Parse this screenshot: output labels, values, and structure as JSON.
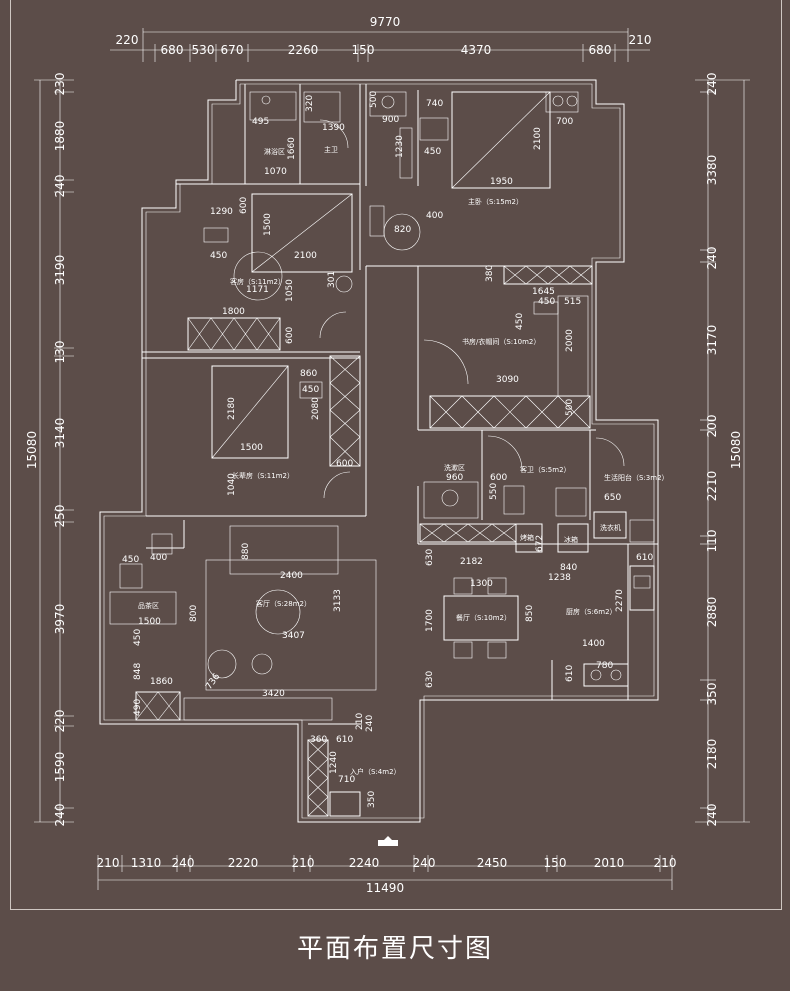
{
  "caption": "平面布置尺寸图",
  "dims_top": {
    "total": "9770",
    "segments": [
      "220",
      "680",
      "530",
      "670",
      "2260",
      "150",
      "4370",
      "680",
      "210"
    ]
  },
  "dims_bottom": {
    "total": "11490",
    "segments": [
      "210",
      "1310",
      "240",
      "2220",
      "210",
      "2240",
      "240",
      "2450",
      "150",
      "2010",
      "210"
    ]
  },
  "dims_left": {
    "total": "15080",
    "segments": [
      "230",
      "1880",
      "240",
      "3190",
      "130",
      "3140",
      "250",
      "3970",
      "220",
      "1590",
      "240"
    ]
  },
  "dims_right": {
    "total": "15080",
    "segments": [
      "240",
      "3380",
      "240",
      "3170",
      "200",
      "2210",
      "110",
      "2880",
      "350",
      "2180",
      "240"
    ]
  },
  "rooms": {
    "bath_area": "淋浴区",
    "master_bath": "主卫",
    "master_bedroom": "主卧（S:15m2）",
    "guest_room": "客房（S:11m2）",
    "study": "书房/衣帽间（S:10m2）",
    "elder_room": "长辈房（S:11m2）",
    "laundry": "洗漱区",
    "guest_bath": "客卫（S:5m2）",
    "balcony": "生活阳台（S:3m2）",
    "washer": "洗衣机",
    "oven": "烤箱",
    "fridge": "冰箱",
    "tea_area": "品茶区",
    "living_room": "客厅（S:28m2）",
    "dining_room": "餐厅（S:10m2）",
    "kitchen": "厨房（S:6m2）",
    "entry": "入户（S:4m2）"
  },
  "inner_dims": {
    "d495": "495",
    "d320": "320",
    "d1390": "1390",
    "d1660": "1660",
    "d1070": "1070",
    "d500": "500",
    "d900": "900",
    "d740": "740",
    "d700": "700",
    "d1230": "1230",
    "d450a": "450",
    "d2100a": "2100",
    "d1950": "1950",
    "d1290": "1290",
    "d600a": "600",
    "d1500a": "1500",
    "d450b": "450",
    "d2100b": "2100",
    "d820": "820",
    "d400a": "400",
    "d1171": "1171",
    "d1050": "1050",
    "d301": "301",
    "d1800": "1800",
    "d600b": "600",
    "d380": "380",
    "d1645": "1645",
    "d450c": "450",
    "d515": "515",
    "d450d": "450",
    "d2000": "2000",
    "d3090": "3090",
    "d500b": "500",
    "d860": "860",
    "d450e": "450",
    "d2080": "2080",
    "d2180": "2180",
    "d1500b": "1500",
    "d600c": "600",
    "d1040": "1040",
    "d960": "960",
    "d600d": "600",
    "d550": "550",
    "d650": "650",
    "d450f": "450",
    "d400b": "400",
    "d880": "880",
    "d2400": "2400",
    "d3133": "3133",
    "d3407": "3407",
    "d1500c": "1500",
    "d800": "800",
    "d450g": "450",
    "d848": "848",
    "d1860": "1860",
    "d736": "736",
    "d3420": "3420",
    "d490": "490",
    "d2182": "2182",
    "d1300": "1300",
    "d840": "840",
    "d1238": "1238",
    "d1700": "1700",
    "d850": "850",
    "d630a": "630",
    "d630b": "630",
    "d610a": "610",
    "d2270": "2270",
    "d1400": "1400",
    "d610b": "610",
    "d780": "780",
    "d360": "360",
    "d210": "210",
    "d610c": "610",
    "d240": "240",
    "d1240": "1240",
    "d710": "710",
    "d350": "350",
    "d672": "672"
  }
}
